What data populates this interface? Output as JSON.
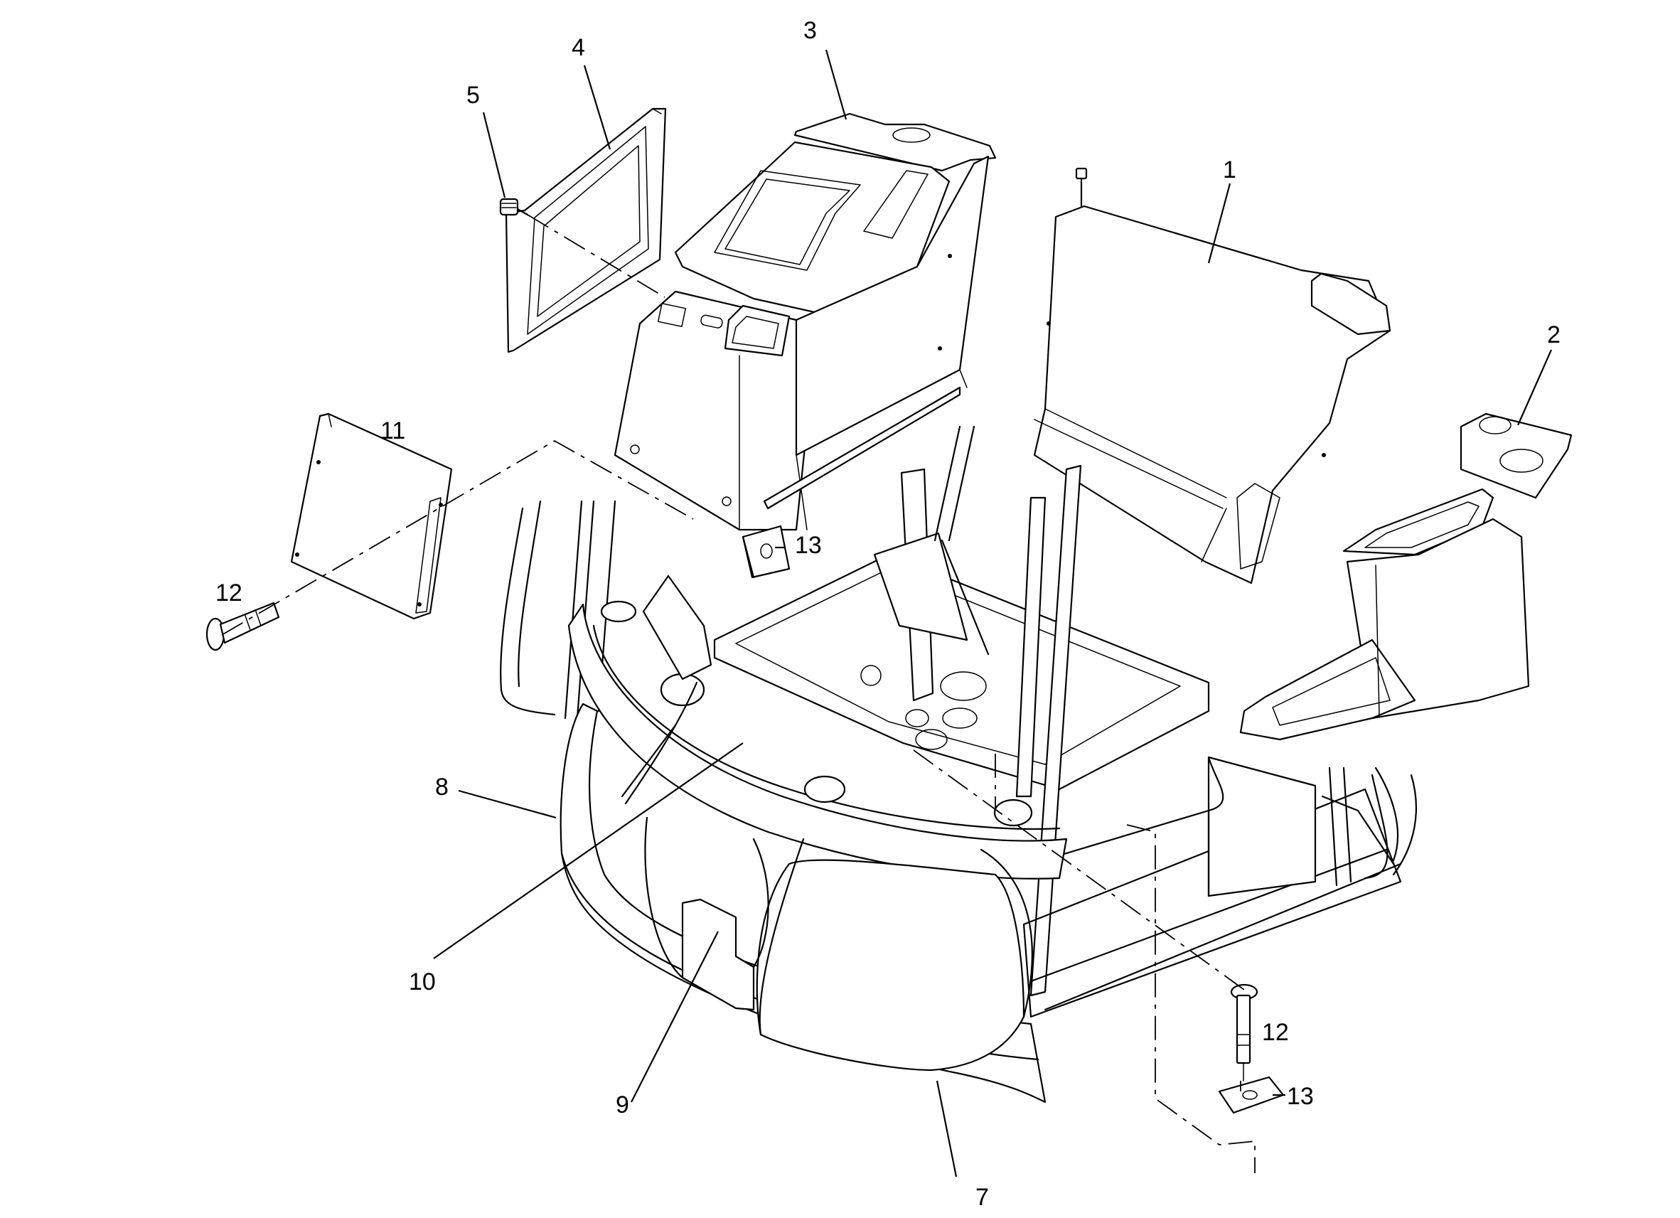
{
  "diagram": {
    "kind": "exploded parts illustration",
    "background": "#ffffff",
    "line_color": "#000000",
    "callouts": [
      {
        "id": "c1",
        "label": "1"
      },
      {
        "id": "c2",
        "label": "2"
      },
      {
        "id": "c3",
        "label": "3"
      },
      {
        "id": "c4",
        "label": "4"
      },
      {
        "id": "c5",
        "label": "5"
      },
      {
        "id": "c7",
        "label": "7"
      },
      {
        "id": "c8",
        "label": "8"
      },
      {
        "id": "c9",
        "label": "9"
      },
      {
        "id": "c10",
        "label": "10"
      },
      {
        "id": "c11",
        "label": "11"
      },
      {
        "id": "c12a",
        "label": "12"
      },
      {
        "id": "c12b",
        "label": "12"
      },
      {
        "id": "c13a",
        "label": "13"
      },
      {
        "id": "c13b",
        "label": "13"
      }
    ]
  }
}
